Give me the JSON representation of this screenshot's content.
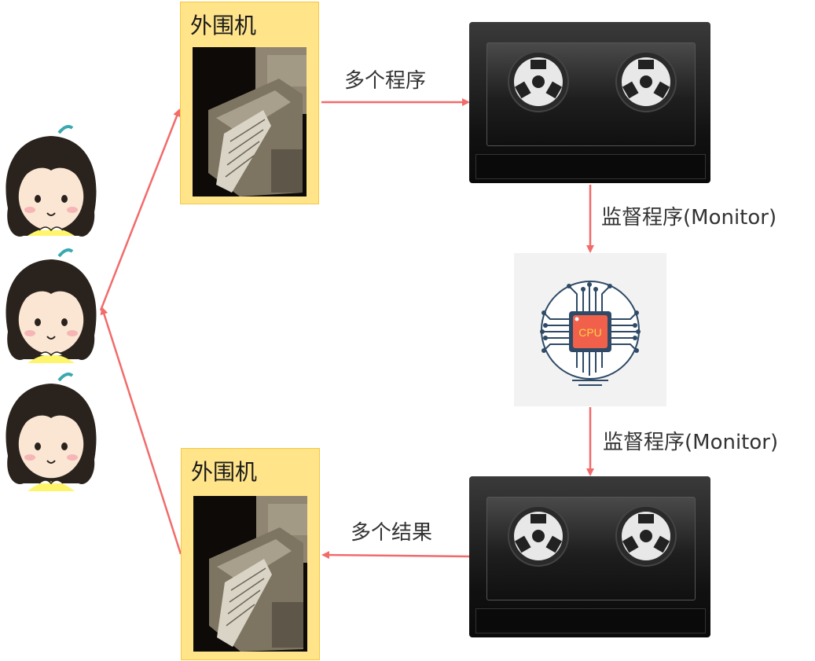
{
  "diagram": {
    "peripheral_top": {
      "title": "外围机"
    },
    "peripheral_bottom": {
      "title": "外围机"
    },
    "arrow_programs": {
      "label": "多个程序"
    },
    "arrow_monitor_top": {
      "label": "监督程序(Monitor)"
    },
    "arrow_monitor_bottom": {
      "label": "监督程序(Monitor)"
    },
    "arrow_results": {
      "label": "多个结果"
    },
    "cpu": {
      "label": "CPU"
    }
  },
  "colors": {
    "arrow": "#f26b6b",
    "peripheral_bg": "#ffe48a",
    "peripheral_border": "#f5c842",
    "cpu_chip": "#f0604a",
    "cpu_frame": "#2e4a66"
  },
  "icons": [
    "girl-avatar-icon",
    "card-reader-photo",
    "tape-drive-icon",
    "cpu-chip-icon"
  ]
}
